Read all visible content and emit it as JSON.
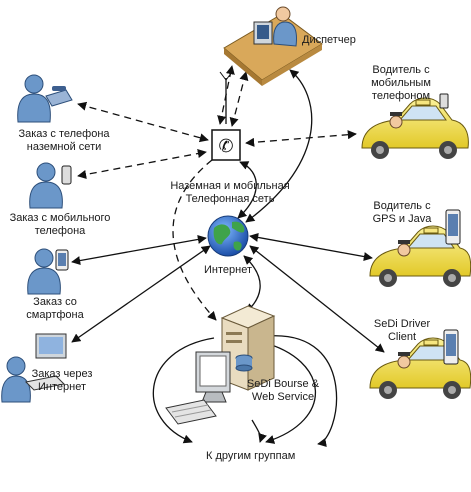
{
  "labels": {
    "dispatcher": "Диспетчер",
    "landline_order_1": "Заказ с телефона",
    "landline_order_2": "наземной сети",
    "mobile_order_1": "Заказ с мобильного",
    "mobile_order_2": "телефона",
    "smartphone_order_1": "Заказ со",
    "smartphone_order_2": "смартфона",
    "internet_order_1": "Заказ через",
    "internet_order_2": "Интернет",
    "phone_network_1": "Наземная и мобильная",
    "phone_network_2": "Телефонная сеть",
    "internet": "Интернет",
    "driver_mobile_1": "Водитель с",
    "driver_mobile_2": "мобильным",
    "driver_mobile_3": "телефоном",
    "driver_gps_1": "Водитель с",
    "driver_gps_2": "GPS и Java",
    "driver_client_1": "SeDi Driver",
    "driver_client_2": "Client",
    "server_1": "SeDi Bourse &",
    "server_2": "Web Service",
    "other_groups": "К другим группам"
  },
  "colors": {
    "taxi_body": "#f3e24a",
    "person": "#6b97c9",
    "globe_ocean": "#2a6fd1",
    "globe_land": "#3fa34a",
    "server": "#e9dcc0",
    "arrow": "#111111"
  },
  "icons": [
    "phone-network-icon",
    "globe-icon",
    "server-icon",
    "taxi-icon",
    "person-icon",
    "desk-icon",
    "smartphone-icon",
    "mobile-phone-icon",
    "monitor-icon",
    "keyboard-icon",
    "antenna-icon"
  ]
}
